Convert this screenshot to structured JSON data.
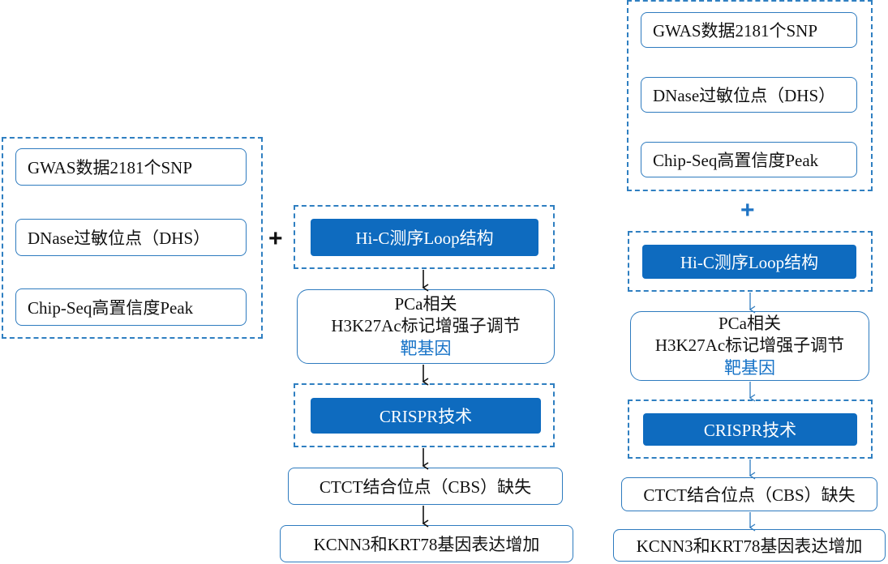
{
  "diagram": {
    "left": {
      "inputs": [
        "GWAS数据2181个SNP",
        "DNase过敏位点（DHS）",
        "Chip-Seq高置信度Peak"
      ],
      "plus": "+",
      "hic": "Hi-C测序Loop结构",
      "target": {
        "line1": "PCa相关",
        "line2": "H3K27Ac标记增强子调节",
        "line3": "靶基因"
      },
      "crispr": "CRISPR技术",
      "deletion": "CTCT结合位点（CBS）缺失",
      "result": "KCNN3和KRT78基因表达增加"
    },
    "right": {
      "inputs": [
        "GWAS数据2181个SNP",
        "DNase过敏位点（DHS）",
        "Chip-Seq高置信度Peak"
      ],
      "plus": "+",
      "hic": "Hi-C测序Loop结构",
      "target": {
        "line1": "PCa相关",
        "line2": "H3K27Ac标记增强子调节",
        "line3": "靶基因"
      },
      "crispr": "CRISPR技术",
      "deletion": "CTCT结合位点（CBS）缺失",
      "result": "KCNN3和KRT78基因表达增加"
    },
    "colors": {
      "border": "#2e7bbf",
      "filled": "#0e6bbf",
      "highlight_text": "#1572c7",
      "arrow_left": "#111111",
      "arrow_right": "#2e7bbf",
      "plus_left": "#111111",
      "plus_right": "#1f74c4"
    }
  }
}
